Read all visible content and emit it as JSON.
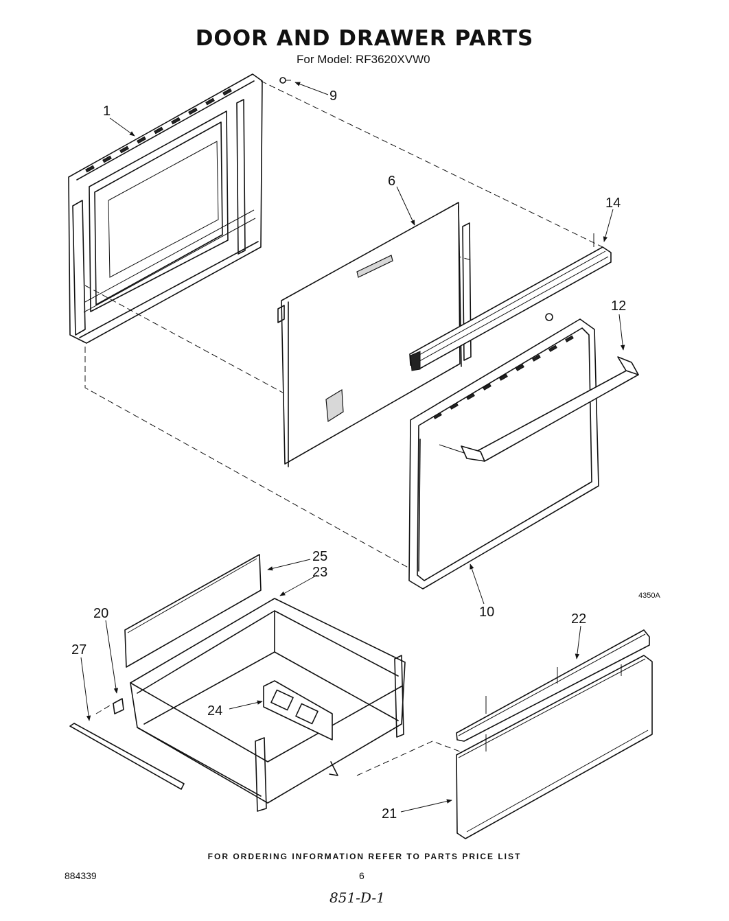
{
  "title": "DOOR AND DRAWER PARTS",
  "subtitle": "For Model: RF3620XVW0",
  "figure_code": "4350A",
  "footer_note": "FOR ORDERING INFORMATION REFER TO PARTS PRICE LIST",
  "doc_number": "884339",
  "page_number": "6",
  "handwritten_note": "851-D-1",
  "callouts": [
    {
      "id": "p1",
      "label": "1"
    },
    {
      "id": "p6",
      "label": "6"
    },
    {
      "id": "p9",
      "label": "9"
    },
    {
      "id": "p10",
      "label": "10"
    },
    {
      "id": "p12",
      "label": "12"
    },
    {
      "id": "p14",
      "label": "14"
    },
    {
      "id": "p20",
      "label": "20"
    },
    {
      "id": "p21",
      "label": "21"
    },
    {
      "id": "p22",
      "label": "22"
    },
    {
      "id": "p23",
      "label": "23"
    },
    {
      "id": "p24",
      "label": "24"
    },
    {
      "id": "p25",
      "label": "25"
    },
    {
      "id": "p27",
      "label": "27"
    }
  ]
}
